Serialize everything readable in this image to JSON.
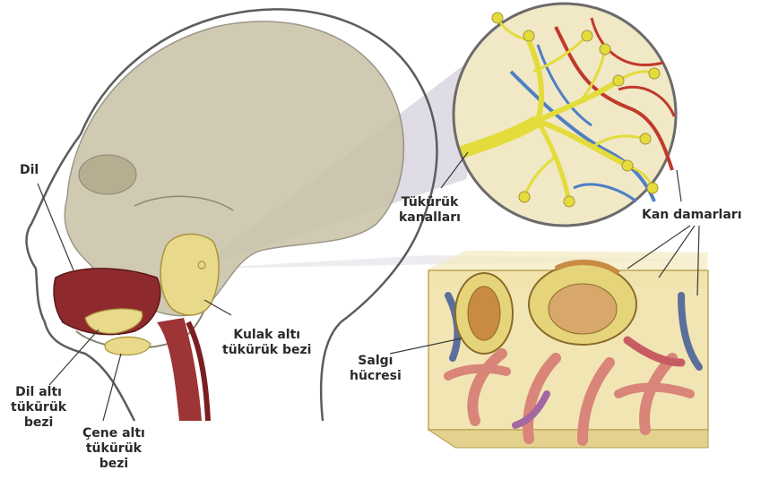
{
  "labels": {
    "dil": "Dil",
    "tukuruk_kanallari": [
      "Tükürük",
      "kanalları"
    ],
    "kan_damarlari": "Kan damarları",
    "kulak_alti": [
      "Kulak altı",
      "tükürük bezi"
    ],
    "salgi_hucresi": [
      "Salgı",
      "hücresi"
    ],
    "dil_alti": [
      "Dil altı",
      "tükürük",
      "bezi"
    ],
    "cene_alti": [
      "Çene altı",
      "tükürük",
      "bezi"
    ]
  },
  "colors": {
    "skull": "#c9c1a6",
    "skull_outline": "#8a8577",
    "head_outline": "#5c5c5c",
    "gland": "#e9d98a",
    "gland_outline": "#a8943e",
    "tongue": "#8e2a2e",
    "duct": "#e3dc3a",
    "artery": "#c0392b",
    "vein": "#4f7fc4",
    "zoom_beam": "#b9b2c6",
    "block": "#efe1a6",
    "tube": "#d98579"
  }
}
